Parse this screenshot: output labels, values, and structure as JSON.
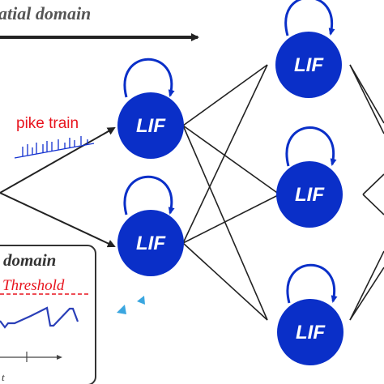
{
  "header": {
    "spatial_label": "atial domain"
  },
  "input": {
    "spike_label": "pike train"
  },
  "neurons": [
    {
      "label": "LIF"
    },
    {
      "label": "LIF"
    },
    {
      "label": "LIF"
    },
    {
      "label": "LIF"
    },
    {
      "label": "LIF"
    }
  ],
  "inset": {
    "title": "domain",
    "threshold_label": "Threshold",
    "time_axis": "t"
  },
  "colors": {
    "neuron_fill": "#0a2fc8",
    "threshold_line": "#e8141e",
    "membrane_trace": "#2a3fb8",
    "wire": "#222222"
  }
}
